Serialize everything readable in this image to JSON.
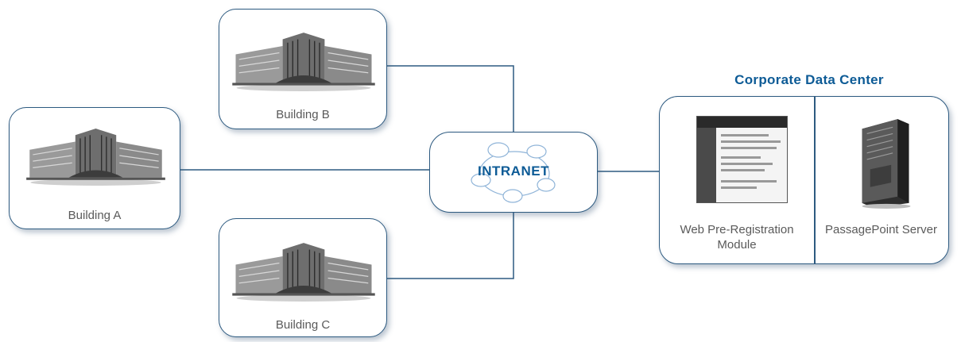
{
  "colors": {
    "accent": "#0d5b96",
    "line": "#2d5a80",
    "label": "#5a5a5a"
  },
  "nodes": {
    "building_a": {
      "label": "Building A",
      "icon": "office-building-icon"
    },
    "building_b": {
      "label": "Building B",
      "icon": "office-building-icon"
    },
    "building_c": {
      "label": "Building C",
      "icon": "office-building-icon"
    },
    "intranet": {
      "label": "INTRANET",
      "icon": "network-ring-icon"
    }
  },
  "data_center": {
    "title": "Corporate Data Center",
    "modules": [
      {
        "label_line1": "Web Pre-Registration",
        "label_line2": "Module",
        "icon": "web-page-screenshot-icon"
      },
      {
        "label": "PassagePoint Server",
        "icon": "tower-server-icon"
      }
    ]
  }
}
